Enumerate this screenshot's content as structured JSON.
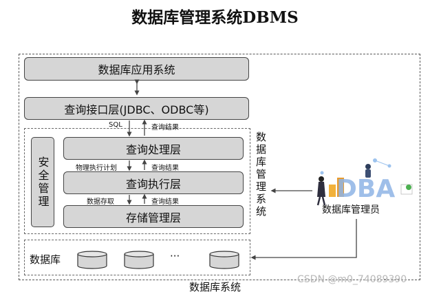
{
  "title": "数据库管理系统DBMS",
  "layers": {
    "app": "数据库应用系统",
    "interface": "查询接口层(JDBC、ODBC等)",
    "process": "查询处理层",
    "execute": "查询执行层",
    "storage": "存储管理层"
  },
  "security": "安全管理",
  "arrow_labels": {
    "sql": "SQL",
    "result1": "查询结果",
    "plan": "物理执行计划",
    "result2": "查询结果",
    "access": "数据存取",
    "result3": "查询结果"
  },
  "side_label": "数据库管理系统",
  "database_label": "数据库",
  "ellipsis": "···",
  "admin": {
    "logo_text": "DBA",
    "label": "数据库管理员"
  },
  "system_label": "数据库系统",
  "watermark": "CSDN @m0_74089390",
  "colors": {
    "layer_fill": "#d6d6d6",
    "border": "#444444",
    "dba_blue": "#8fb4e6"
  }
}
